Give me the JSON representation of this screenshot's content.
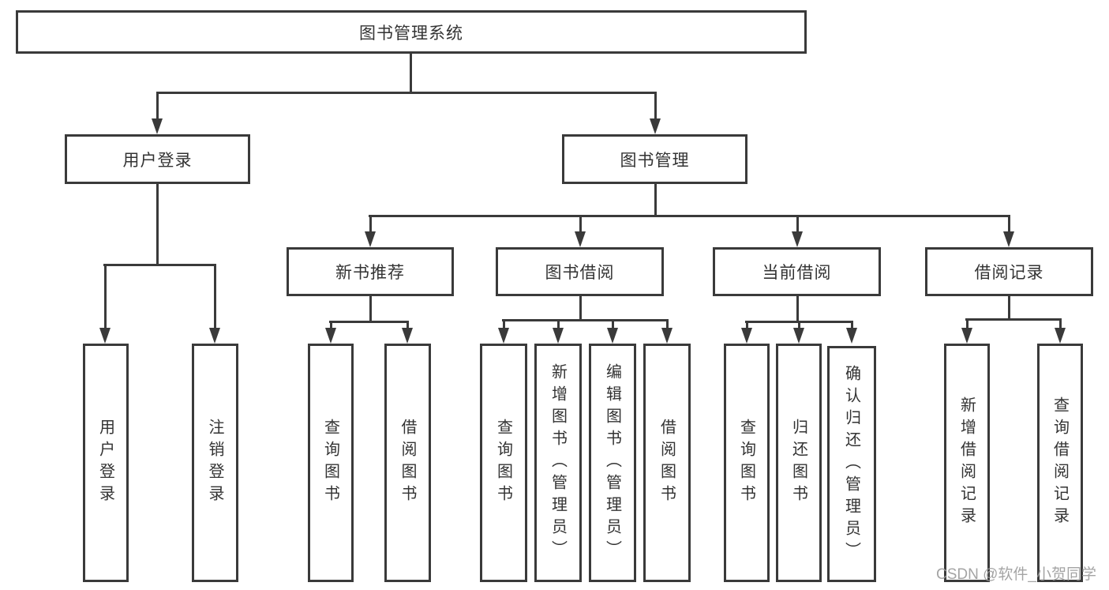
{
  "diagram_title": "图书管理系统",
  "colors": {
    "line": "#3a3a3a",
    "border": "#3a3a3a",
    "text": "#333333",
    "box_bg": "#ffffff",
    "watermark": "#9b9b9b"
  },
  "nodes": {
    "root": {
      "label": "图书管理系统"
    },
    "user_login": {
      "label": "用户登录"
    },
    "book_mgmt": {
      "label": "图书管理"
    },
    "new_books": {
      "label": "新书推荐"
    },
    "book_borrow": {
      "label": "图书借阅"
    },
    "current_borrow": {
      "label": "当前借阅"
    },
    "borrow_records": {
      "label": "借阅记录"
    },
    "leaf_user_login": {
      "label": "用户登录"
    },
    "leaf_logout": {
      "label": "注销登录"
    },
    "leaf_nb_query": {
      "label": "查询图书"
    },
    "leaf_nb_borrow": {
      "label": "借阅图书"
    },
    "leaf_bb_query": {
      "label": "查询图书"
    },
    "leaf_bb_add": {
      "label": "新增图书（管理员）"
    },
    "leaf_bb_edit": {
      "label": "编辑图书（管理员）"
    },
    "leaf_bb_borrow": {
      "label": "借阅图书"
    },
    "leaf_cb_query": {
      "label": "查询图书"
    },
    "leaf_cb_return": {
      "label": "归还图书"
    },
    "leaf_cb_confirm": {
      "label": "确认归还（管理员）"
    },
    "leaf_br_add": {
      "label": "新增借阅记录"
    },
    "leaf_br_query": {
      "label": "查询借阅记录"
    }
  },
  "hierarchy": {
    "root_children": [
      "用户登录",
      "图书管理"
    ],
    "user_login_children": [
      "用户登录",
      "注销登录"
    ],
    "book_mgmt_children": [
      "新书推荐",
      "图书借阅",
      "当前借阅",
      "借阅记录"
    ],
    "new_books_children": [
      "查询图书",
      "借阅图书"
    ],
    "book_borrow_children": [
      "查询图书",
      "新增图书（管理员）",
      "编辑图书（管理员）",
      "借阅图书"
    ],
    "current_borrow_children": [
      "查询图书",
      "归还图书",
      "确认归还（管理员）"
    ],
    "borrow_records_children": [
      "新增借阅记录",
      "查询借阅记录"
    ]
  },
  "watermark": {
    "text": "CSDN @软件_小贺同学"
  }
}
